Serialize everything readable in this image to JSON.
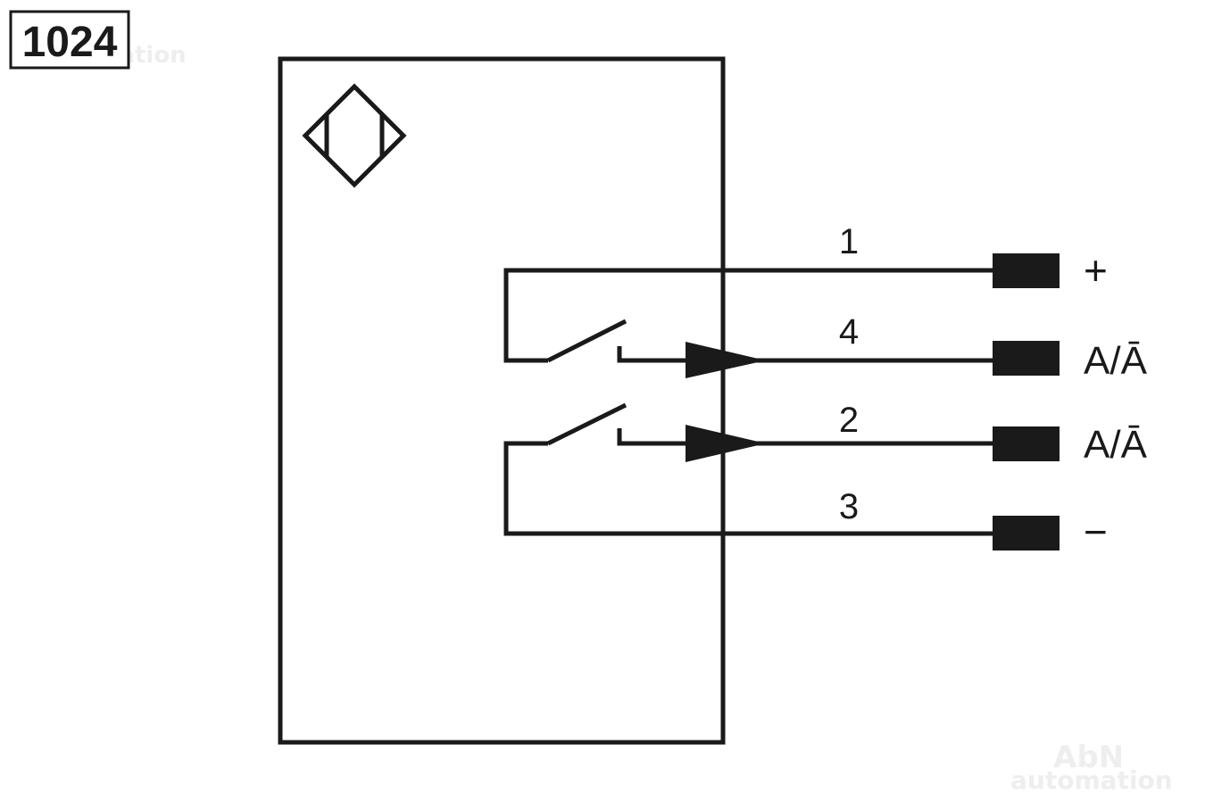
{
  "diagram_code": "1024",
  "watermark": {
    "brand": "AbN",
    "sub": "automation"
  },
  "sensor_symbol": "inductive-sensor-icon",
  "pins": [
    {
      "number": "1",
      "function": "+"
    },
    {
      "number": "4",
      "function": "A/Ā"
    },
    {
      "number": "2",
      "function": "A/Ā"
    },
    {
      "number": "3",
      "function": "−"
    }
  ],
  "colors": {
    "line": "#1a1a1a",
    "background": "#ffffff",
    "watermark": "#eeeeee"
  }
}
